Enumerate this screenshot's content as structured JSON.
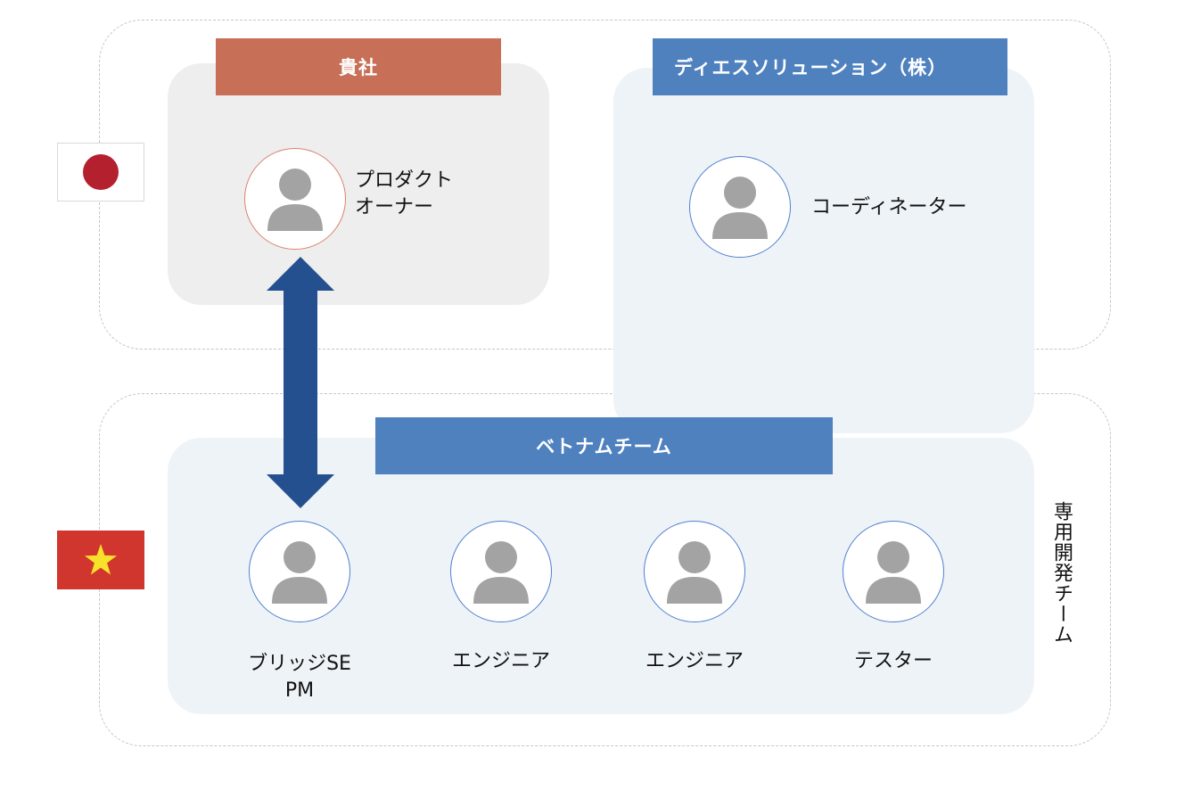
{
  "client": {
    "company_label": "貴社",
    "role_label_line1": "プロダクト",
    "role_label_line2": "オーナー"
  },
  "partner": {
    "company_label": "ディエスソリューション（株）",
    "role_label": "コーディネーター"
  },
  "vietnam_team": {
    "team_label": "ベトナムチーム",
    "side_label": "専用開発チーム",
    "members": [
      {
        "label_line1": "ブリッジSE",
        "label_line2": "PM"
      },
      {
        "label_line1": "エンジニア"
      },
      {
        "label_line1": "エンジニア"
      },
      {
        "label_line1": "テスター"
      }
    ]
  },
  "colors": {
    "client_banner": "#c76f57",
    "team_banner": "#4f81bf",
    "arrow": "#25508f",
    "japan_flag_disc": "#b5202e",
    "vietnam_flag_bg": "#d0362e",
    "vietnam_flag_star": "#f7e12a",
    "avatar_figure": "#a3a3a3"
  },
  "icons": {
    "person": "person-icon",
    "japan_flag": "japan-flag-icon",
    "vietnam_flag": "vietnam-flag-icon",
    "arrow": "double-arrow-icon"
  }
}
